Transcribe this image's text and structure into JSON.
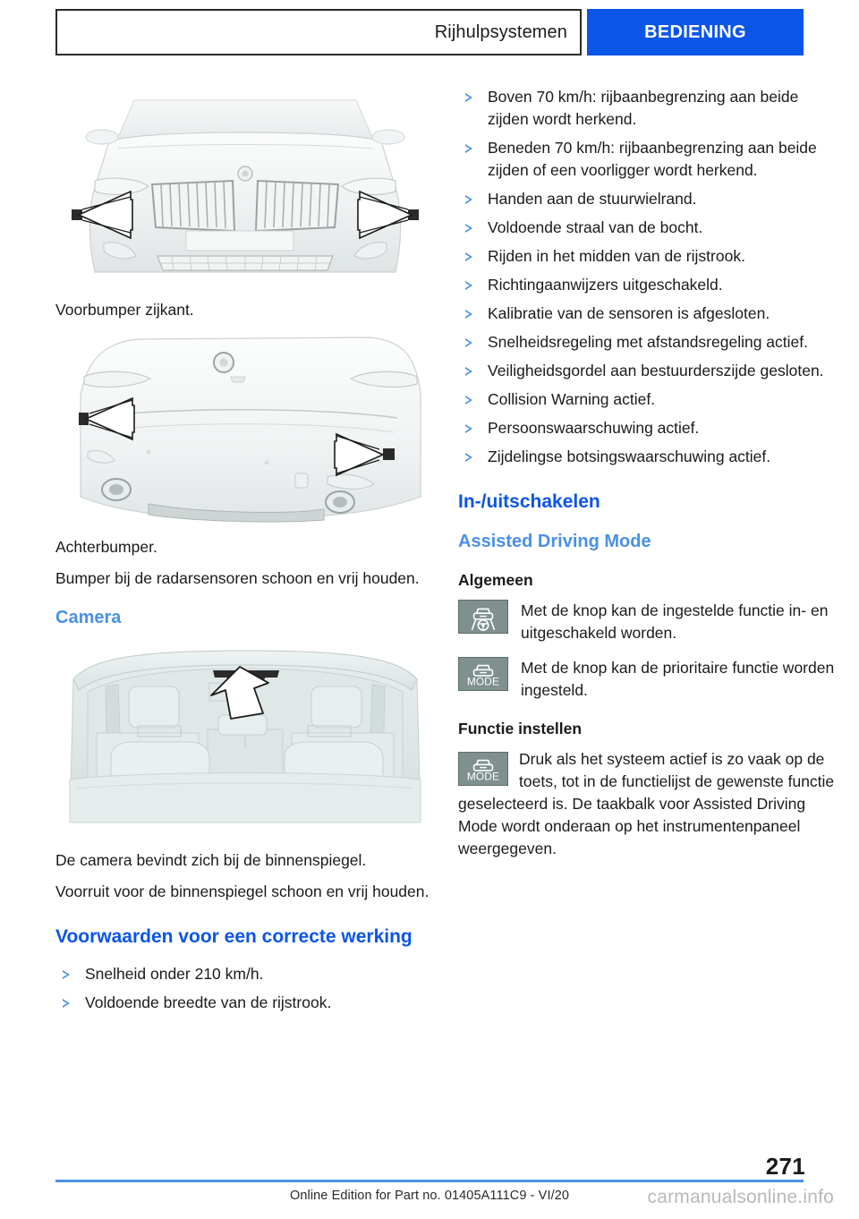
{
  "header": {
    "chapter": "Rijhulpsystemen",
    "section": "BEDIENING"
  },
  "left_column": {
    "figure_front": {
      "alt": "Vooraanzicht van de auto met pijlen naar de radarsensoren in de voorbumper",
      "caption": "Voorbumper zijkant."
    },
    "figure_rear": {
      "alt": "Achteraanzicht van de auto met pijlen naar de radarsensoren in de achterbumper",
      "caption": "Achterbumper.",
      "note": "Bumper bij de radarsensoren schoon en vrij houden."
    },
    "camera_heading": "Camera",
    "figure_camera": {
      "alt": "Interieur met pijl naar de camera bij de binnenspiegel",
      "caption": "De camera bevindt zich bij de binnenspiegel.",
      "note": "Voorruit voor de binnenspiegel schoon en vrij houden."
    },
    "conditions_heading": "Voorwaarden voor een correcte werking",
    "conditions": [
      "Snelheid onder 210 km/h.",
      "Voldoende breedte van de rijstrook."
    ]
  },
  "right_column": {
    "conditions_continued": [
      "Boven 70 km/h: rijbaanbegrenzing aan beide zijden wordt herkend.",
      "Beneden 70 km/h: rijbaanbegrenzing aan beide zijden of een voorligger wordt herkend.",
      "Handen aan de stuurwielrand.",
      "Voldoende straal van de bocht.",
      "Rijden in het midden van de rijstrook.",
      "Richtingaanwijzers uitgeschakeld.",
      "Kalibratie van de sensoren is afgesloten.",
      "Snelheidsregeling met afstandsregeling actief.",
      "Veiligheidsgordel aan bestuurderszijde gesloten.",
      "Collision Warning actief.",
      "Persoonswaarschuwing actief.",
      "Zijdelingse botsingswaarschuwing actief."
    ],
    "onoff_heading": "In-/uitschakelen",
    "mode_heading": "Assisted Driving Mode",
    "general_heading": "Algemeen",
    "general_items": [
      {
        "icon": "assisted-driving-button-icon",
        "icon_label": "",
        "text": "Met de knop kan de ingestelde functie in- en uitgeschakeld worden."
      },
      {
        "icon": "mode-button-icon",
        "icon_label": "MODE",
        "text": "Met de knop kan de prioritaire functie worden ingesteld."
      }
    ],
    "set_function_heading": "Functie instellen",
    "set_function": {
      "icon": "mode-button-icon",
      "icon_label": "MODE",
      "text": "Druk als het systeem actief is zo vaak op de toets, tot in de functielijst de gewenste functie geselecteerd is. De taakbalk voor Assisted Driving Mode wordt onderaan op het instrumentenpaneel weergegeven."
    }
  },
  "footer": {
    "page_number": "271",
    "note": "Online Edition for Part no. 01405A111C9 - VI/20",
    "watermark": "carmanualsonline.info"
  },
  "colors": {
    "accent_blue": "#0b55e8",
    "light_blue": "#4a90e8",
    "icon_grey": "#7f908f",
    "text": "#1b1b1b"
  }
}
